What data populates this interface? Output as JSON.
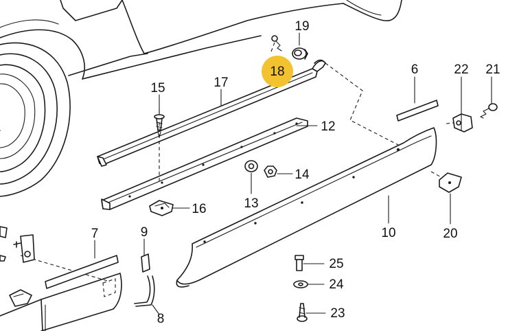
{
  "diagram": {
    "highlight_color": "#F2C230",
    "line_color": "#1a1a1a",
    "background": "#ffffff",
    "highlighted_part": "18",
    "parts": [
      {
        "number": "6"
      },
      {
        "number": "7"
      },
      {
        "number": "8"
      },
      {
        "number": "9"
      },
      {
        "number": "10"
      },
      {
        "number": "12"
      },
      {
        "number": "13"
      },
      {
        "number": "14"
      },
      {
        "number": "15"
      },
      {
        "number": "16"
      },
      {
        "number": "17"
      },
      {
        "number": "18"
      },
      {
        "number": "19"
      },
      {
        "number": "20"
      },
      {
        "number": "21"
      },
      {
        "number": "22"
      },
      {
        "number": "23"
      },
      {
        "number": "24"
      },
      {
        "number": "25"
      }
    ]
  }
}
